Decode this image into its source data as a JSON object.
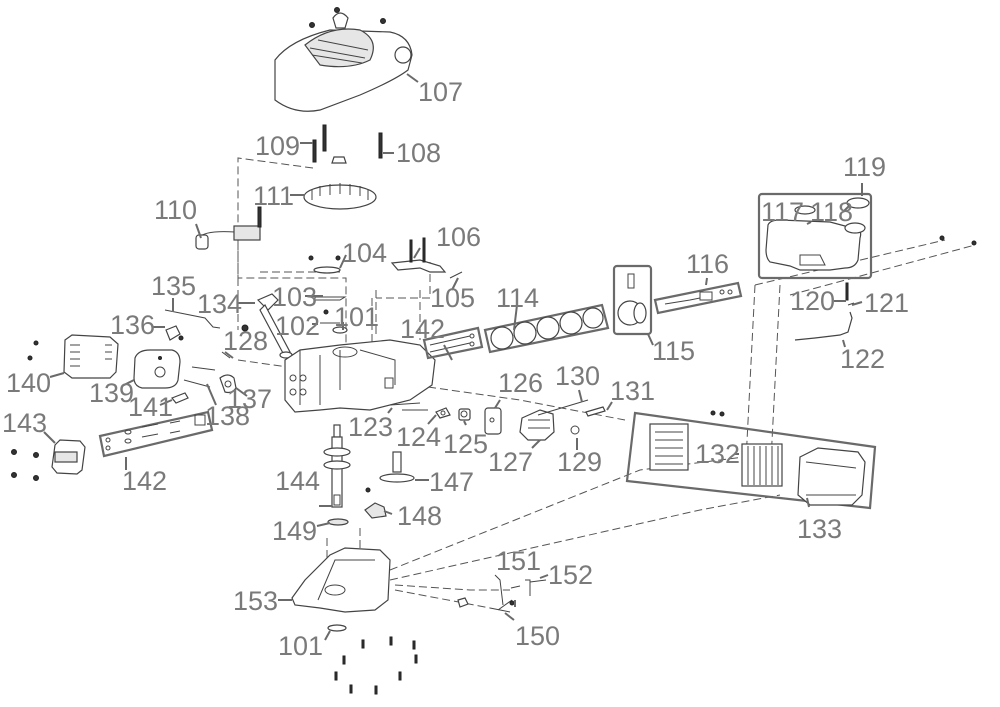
{
  "diagram": {
    "type": "exploded-parts-diagram",
    "subject": "lawn mower engine",
    "labels": {
      "p101a": "101",
      "p101b": "101",
      "p102": "102",
      "p103": "103",
      "p104": "104",
      "p105": "105",
      "p106": "106",
      "p107": "107",
      "p108": "108",
      "p109": "109",
      "p110": "110",
      "p111": "111",
      "p114": "114",
      "p115": "115",
      "p116": "116",
      "p117": "117",
      "p118": "118",
      "p119": "119",
      "p120": "120",
      "p121": "121",
      "p122": "122",
      "p123": "123",
      "p124": "124",
      "p125": "125",
      "p126": "126",
      "p127": "127",
      "p128": "128",
      "p129": "129",
      "p130": "130",
      "p131": "131",
      "p132": "132",
      "p133": "133",
      "p134": "134",
      "p135": "135",
      "p136": "136",
      "p137": "137",
      "p138": "138",
      "p139": "139",
      "p140": "140",
      "p141": "141",
      "p142a": "142",
      "p142b": "142",
      "p143": "143",
      "p144": "144",
      "p147": "147",
      "p148": "148",
      "p149": "149",
      "p150": "150",
      "p151": "151",
      "p152": "152",
      "p153": "153"
    },
    "label_color": "#7a7a7a"
  }
}
